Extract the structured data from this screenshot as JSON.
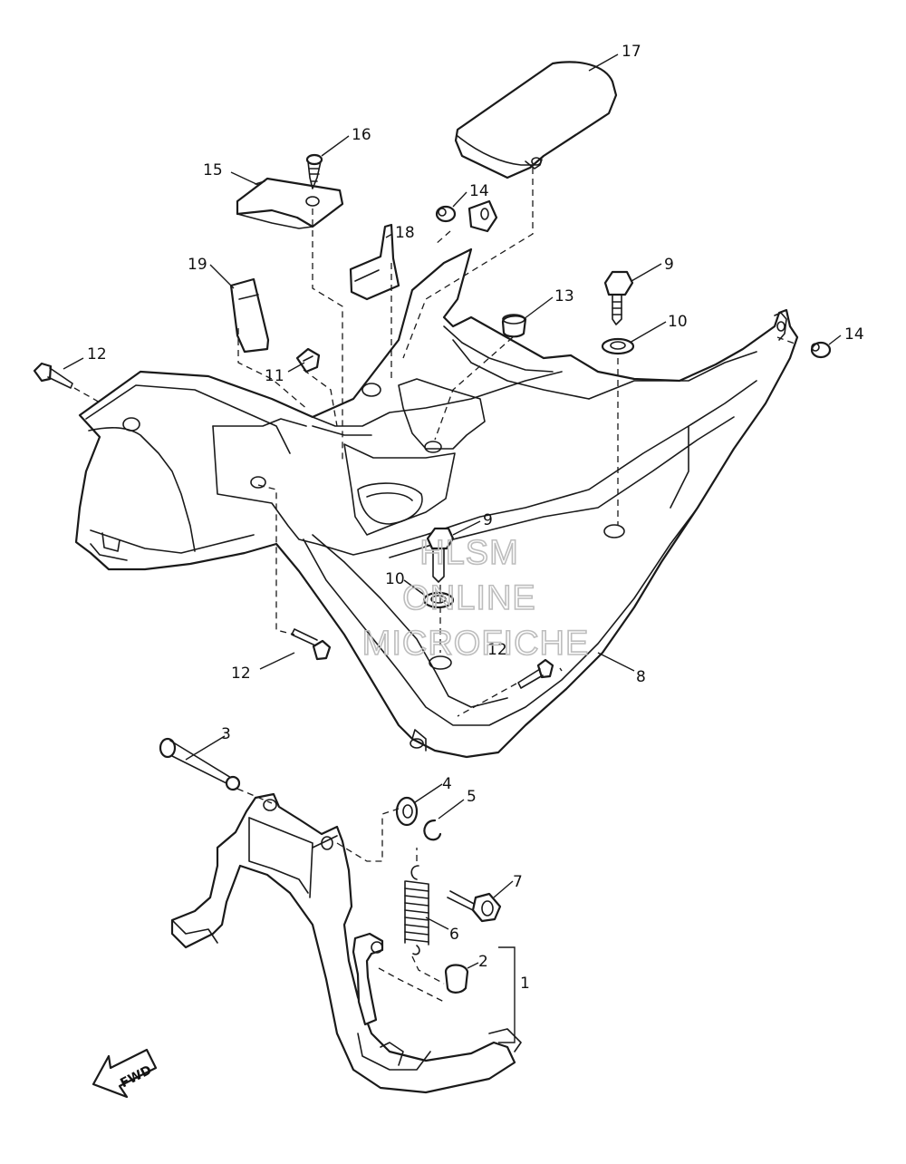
{
  "diagram": {
    "callouts": {
      "c1": "1",
      "c2": "2",
      "c3": "3",
      "c4": "4",
      "c5": "5",
      "c6": "6",
      "c7": "7",
      "c8": "8",
      "c9a": "9",
      "c9b": "9",
      "c10a": "10",
      "c10b": "10",
      "c11": "11",
      "c12a": "12",
      "c12b": "12",
      "c12c": "12",
      "c13": "13",
      "c14a": "14",
      "c14b": "14",
      "c15": "15",
      "c16": "16",
      "c17": "17",
      "c18": "18",
      "c19": "19"
    },
    "watermark": {
      "line1": "HLSM",
      "line2": "ONLINE",
      "line3": "MICROFICHE"
    },
    "direction_label": "FWD"
  }
}
